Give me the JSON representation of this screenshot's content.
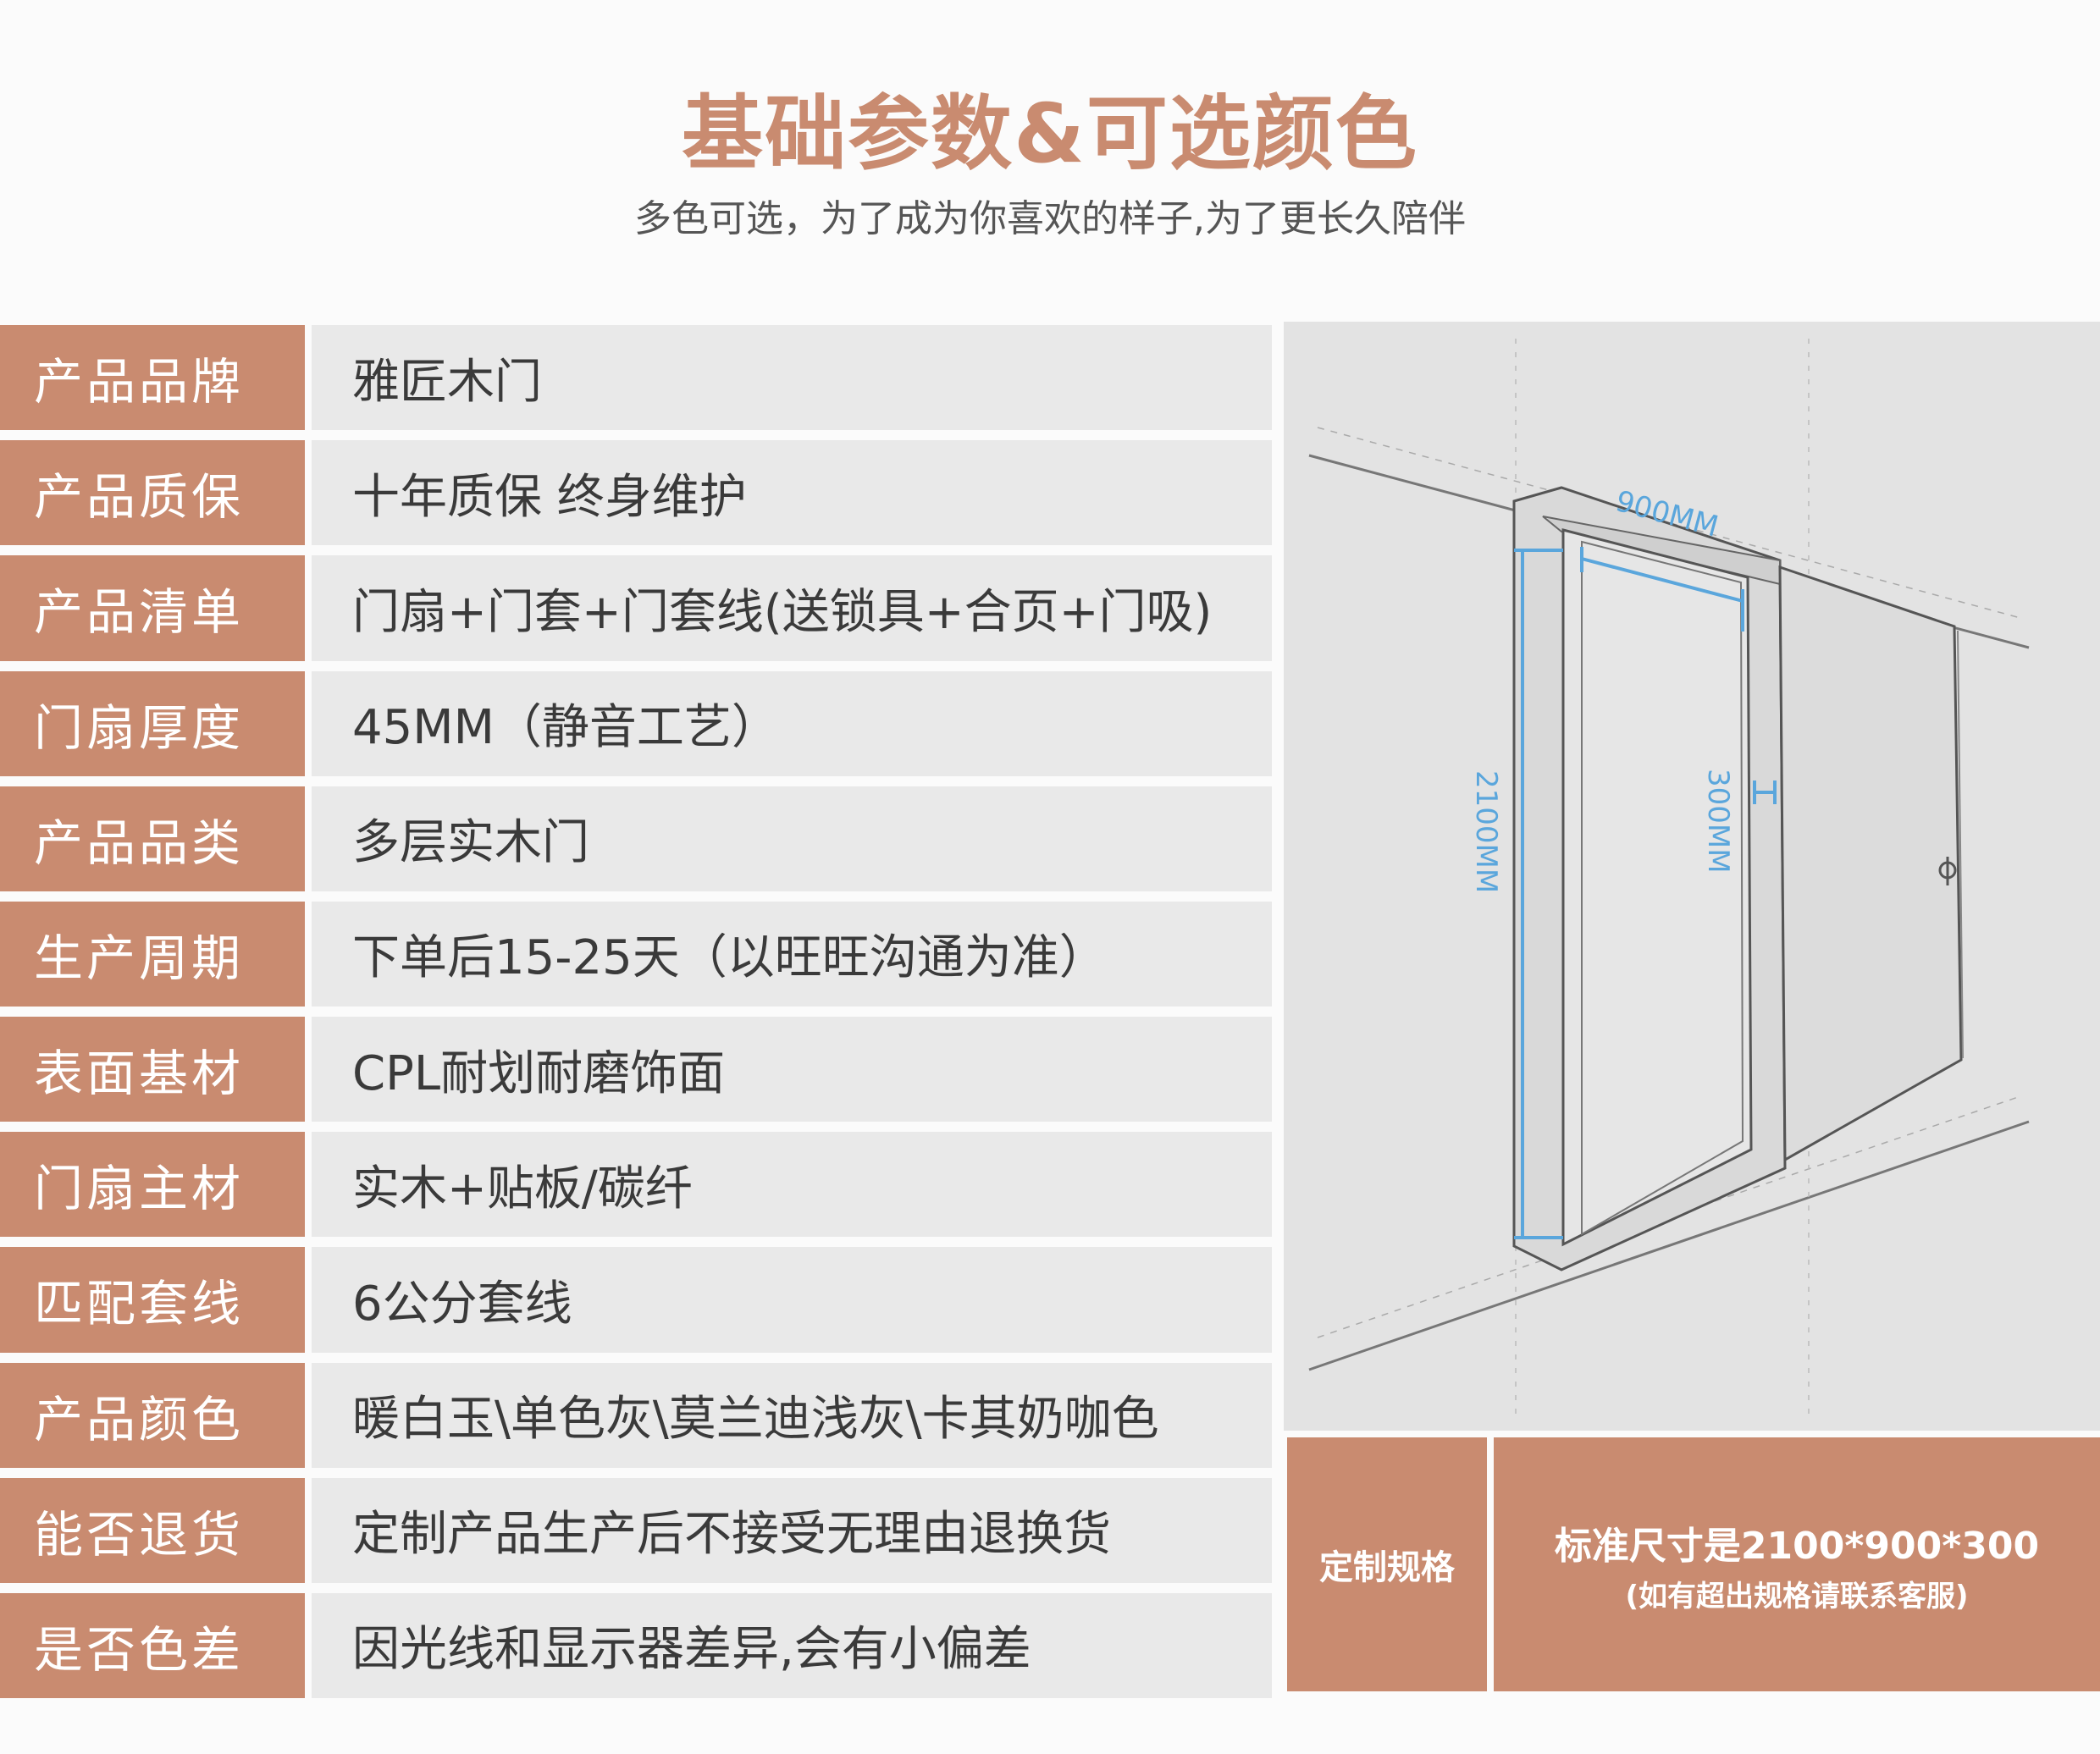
{
  "header": {
    "title": "基础参数&可选颜色",
    "subtitle": "多色可选，为了成为你喜欢的样子,为了更长久陪伴"
  },
  "specs": [
    {
      "label": "产品品牌",
      "value": "雅匠木门"
    },
    {
      "label": "产品质保",
      "value": "十年质保 终身维护"
    },
    {
      "label": "产品清单",
      "value": "门扇+门套+门套线(送锁具+合页+门吸)"
    },
    {
      "label": "门扇厚度",
      "value": "45MM（静音工艺）"
    },
    {
      "label": "产品品类",
      "value": "多层实木门"
    },
    {
      "label": "生产周期",
      "value": "下单后15-25天（以旺旺沟通为准）"
    },
    {
      "label": "表面基材",
      "value": "CPL耐划耐磨饰面"
    },
    {
      "label": "门扇主材",
      "value": "实木+贴板/碳纤"
    },
    {
      "label": "匹配套线",
      "value": "6公分套线"
    },
    {
      "label": "产品颜色",
      "value": "暖白玉\\单色灰\\莫兰迪浅灰\\卡其奶咖色"
    },
    {
      "label": "能否退货",
      "value": "定制产品生产后不接受无理由退换货"
    },
    {
      "label": "是否色差",
      "value": "因光线和显示器差异,会有小偏差"
    }
  ],
  "diagram": {
    "width_label": "900MM",
    "height_label": "2100MM",
    "depth_label": "300MM",
    "line_color": "#5aa6dc"
  },
  "custom": {
    "label": "定制规格",
    "line1": "标准尺寸是2100*900*300",
    "line2": "(如有超出规格请联系客服)"
  },
  "colors": {
    "accent": "#c98b70",
    "row_bg": "#e9e9e9",
    "panel_bg": "#e3e3e3"
  }
}
